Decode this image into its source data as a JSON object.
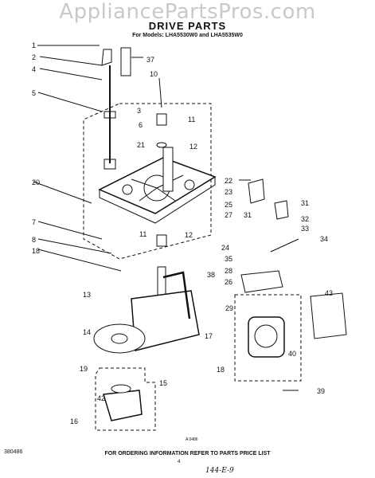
{
  "watermark": "AppliancePartsPros.com",
  "title": "DRIVE PARTS",
  "models": "For Models: LHA5530W0 and LHA5535W0",
  "footer": "FOR ORDERING INFORMATION REFER TO PARTS PRICE LIST",
  "doc_number": "380486",
  "page_number": "4",
  "sub_ref": "A 0486",
  "handwritten_note": "144-E-9",
  "callouts": [
    "1",
    "2",
    "4",
    "5",
    "3",
    "6",
    "21",
    "10",
    "37",
    "11",
    "12",
    "20",
    "22",
    "23",
    "25",
    "27",
    "31",
    "31",
    "32",
    "33",
    "7",
    "8",
    "18",
    "11",
    "12",
    "24",
    "34",
    "35",
    "28",
    "26",
    "38",
    "13",
    "14",
    "29",
    "43",
    "40",
    "17",
    "19",
    "18",
    "15",
    "42",
    "16",
    "39"
  ]
}
